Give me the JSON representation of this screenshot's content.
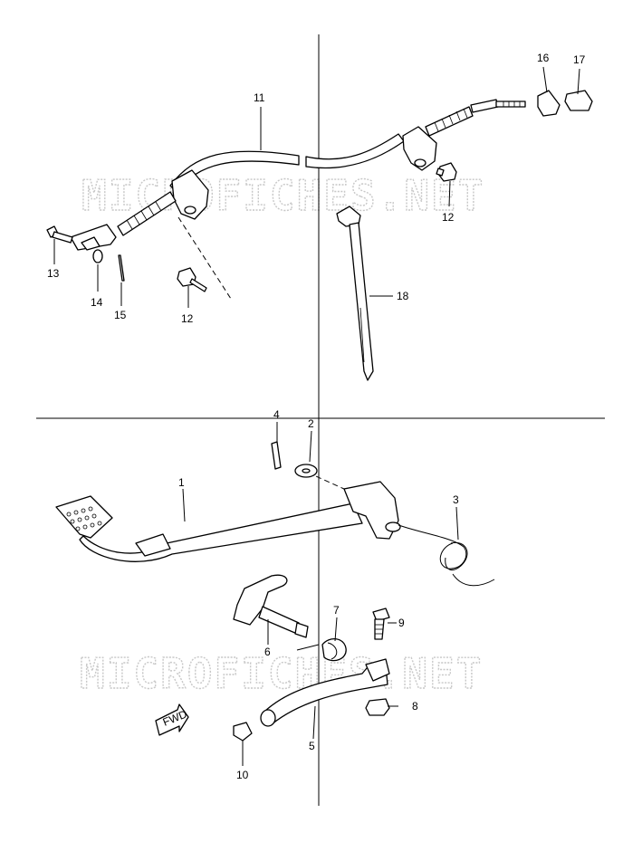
{
  "watermark": "MICROFICHES.NET",
  "callouts": {
    "p1": "1",
    "p2": "2",
    "p3": "3",
    "p4": "4",
    "p5": "5",
    "p6": "6",
    "p7": "7",
    "p8": "8",
    "p9": "9",
    "p10": "10",
    "p11": "11",
    "p12a": "12",
    "p12b": "12",
    "p13": "13",
    "p14": "14",
    "p15": "15",
    "p16": "16",
    "p17": "17",
    "p18": "18"
  },
  "fwd_label": "FWD"
}
